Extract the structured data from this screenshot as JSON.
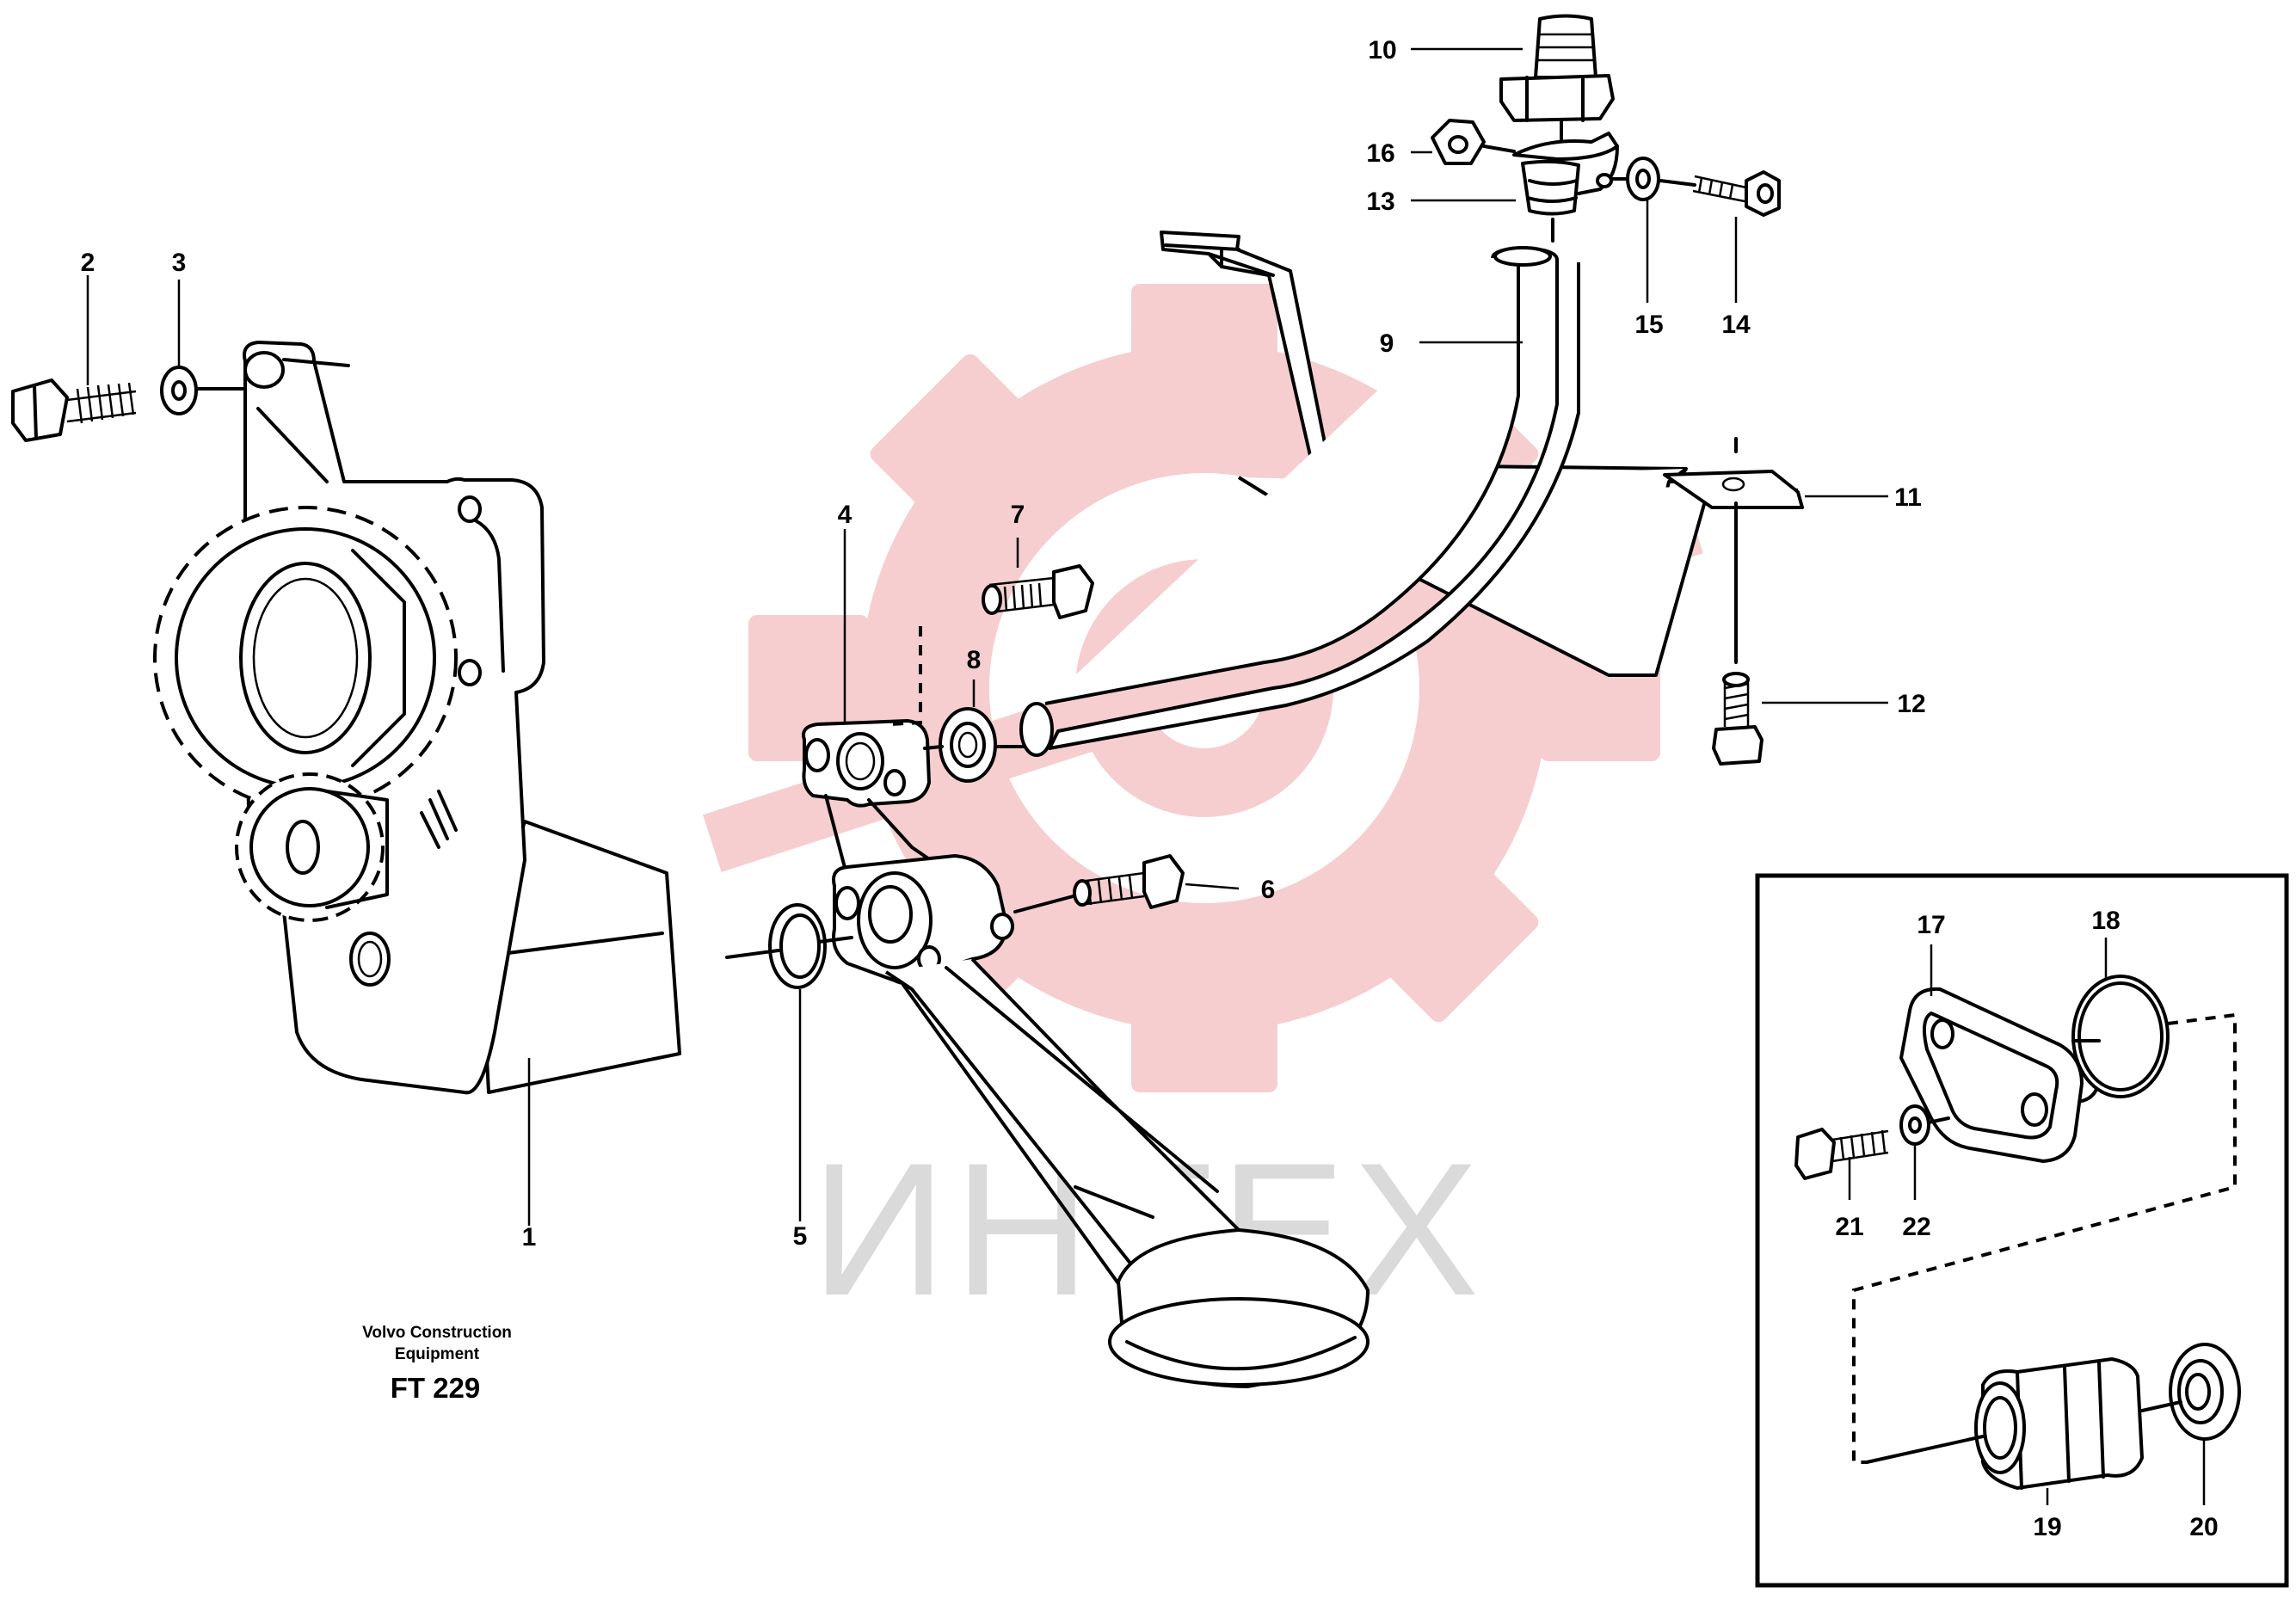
{
  "callouts": {
    "n1": "1",
    "n2": "2",
    "n3": "3",
    "n4": "4",
    "n5": "5",
    "n6": "6",
    "n7": "7",
    "n8": "8",
    "n9": "9",
    "n10": "10",
    "n11": "11",
    "n12": "12",
    "n13": "13",
    "n14": "14",
    "n15": "15",
    "n16": "16",
    "n17": "17",
    "n18": "18",
    "n19": "19",
    "n20": "20",
    "n21": "21",
    "n22": "22"
  },
  "caption": {
    "line1": "Volvo Construction",
    "line2": "Equipment",
    "code": "FT 229"
  },
  "watermark": {
    "text": "ИНТЕХ",
    "gear_color": "#f6c9cb",
    "text_color": "#dadada"
  }
}
